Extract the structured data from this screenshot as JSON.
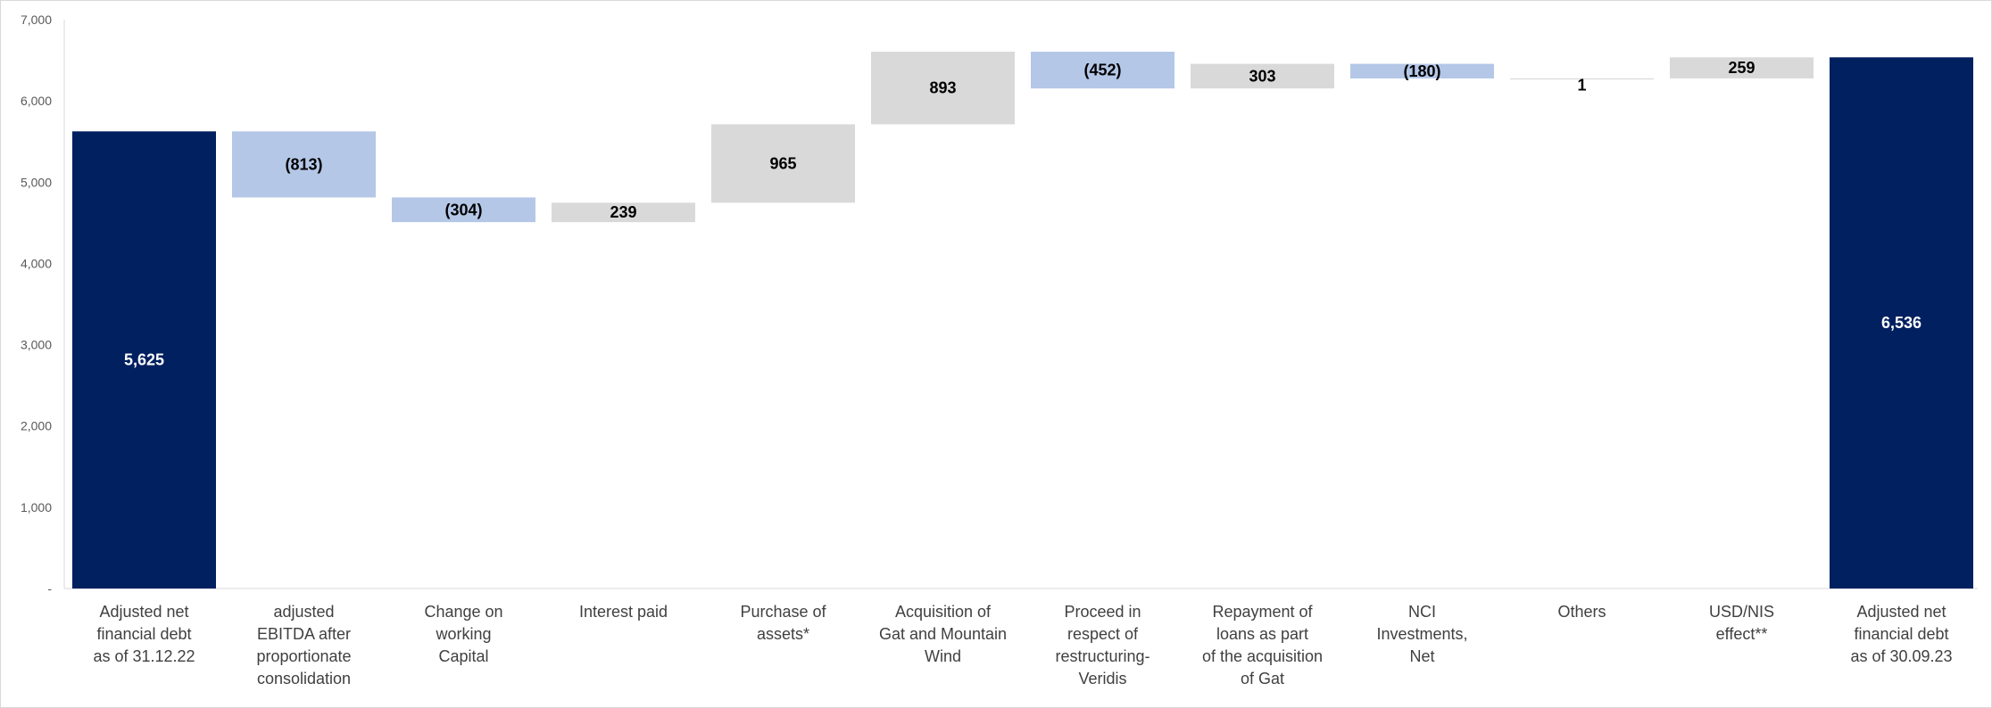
{
  "chart_data": {
    "type": "bar",
    "subtype": "waterfall",
    "title": "",
    "xlabel": "",
    "ylabel": "",
    "ylim": [
      0,
      7000
    ],
    "yticks": [
      0,
      1000,
      2000,
      3000,
      4000,
      5000,
      6000,
      7000
    ],
    "ytick_labels": [
      "-",
      "1,000",
      "2,000",
      "3,000",
      "4,000",
      "5,000",
      "6,000",
      "7,000"
    ],
    "grid": false,
    "legend": "none",
    "categories": [
      [
        "Adjusted net",
        "financial debt",
        "as of 31.12.22"
      ],
      [
        "adjusted",
        "EBITDA after",
        "proportionate",
        "consolidation"
      ],
      [
        "Change on",
        "working",
        "Capital"
      ],
      [
        "Interest paid"
      ],
      [
        "Purchase of",
        "assets*"
      ],
      [
        "Acquisition of",
        "Gat and Mountain",
        "Wind"
      ],
      [
        "Proceed in",
        "respect of",
        "restructuring-",
        "Veridis"
      ],
      [
        "Repayment of",
        "loans as part",
        "of the acquisition",
        "of Gat"
      ],
      [
        "NCI",
        "Investments,",
        "Net"
      ],
      [
        "Others"
      ],
      [
        "USD/NIS",
        "effect**"
      ],
      [
        "Adjusted net",
        "financial debt",
        "as of 30.09.23"
      ]
    ],
    "values": [
      5625,
      -813,
      -304,
      239,
      965,
      893,
      -452,
      303,
      -180,
      1,
      259,
      6536
    ],
    "kinds": [
      "total",
      "delta",
      "delta",
      "delta",
      "delta",
      "delta",
      "delta",
      "delta",
      "delta",
      "delta",
      "delta",
      "total"
    ],
    "data_labels": [
      "5,625",
      "(813)",
      "(304)",
      "239",
      "965",
      "893",
      "(452)",
      "303",
      "(180)",
      "1",
      "259",
      "6,536"
    ],
    "colors": {
      "total": "#002060",
      "decrease": "#B4C7E7",
      "increase": "#D9D9D9",
      "total_label": "#FFFFFF",
      "delta_label": "#000000"
    }
  }
}
